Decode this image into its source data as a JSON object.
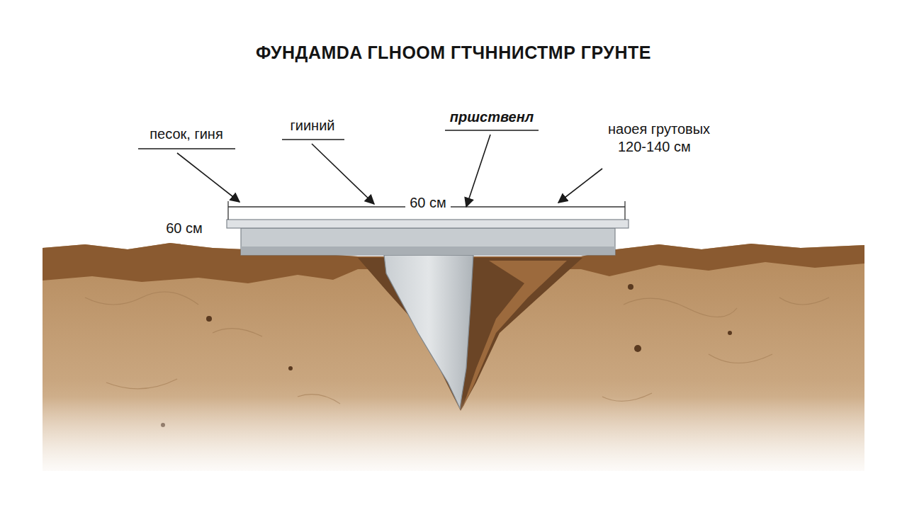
{
  "diagram": {
    "title": "ФУНДАМDA ГLHOOM ГТЧННИСТМР ГРУНТЕ",
    "labels": [
      "песок, гиня",
      "гииний",
      "пршственл",
      "наоея грутовых",
      "120-140 см",
      "60 см",
      "60 см"
    ]
  }
}
